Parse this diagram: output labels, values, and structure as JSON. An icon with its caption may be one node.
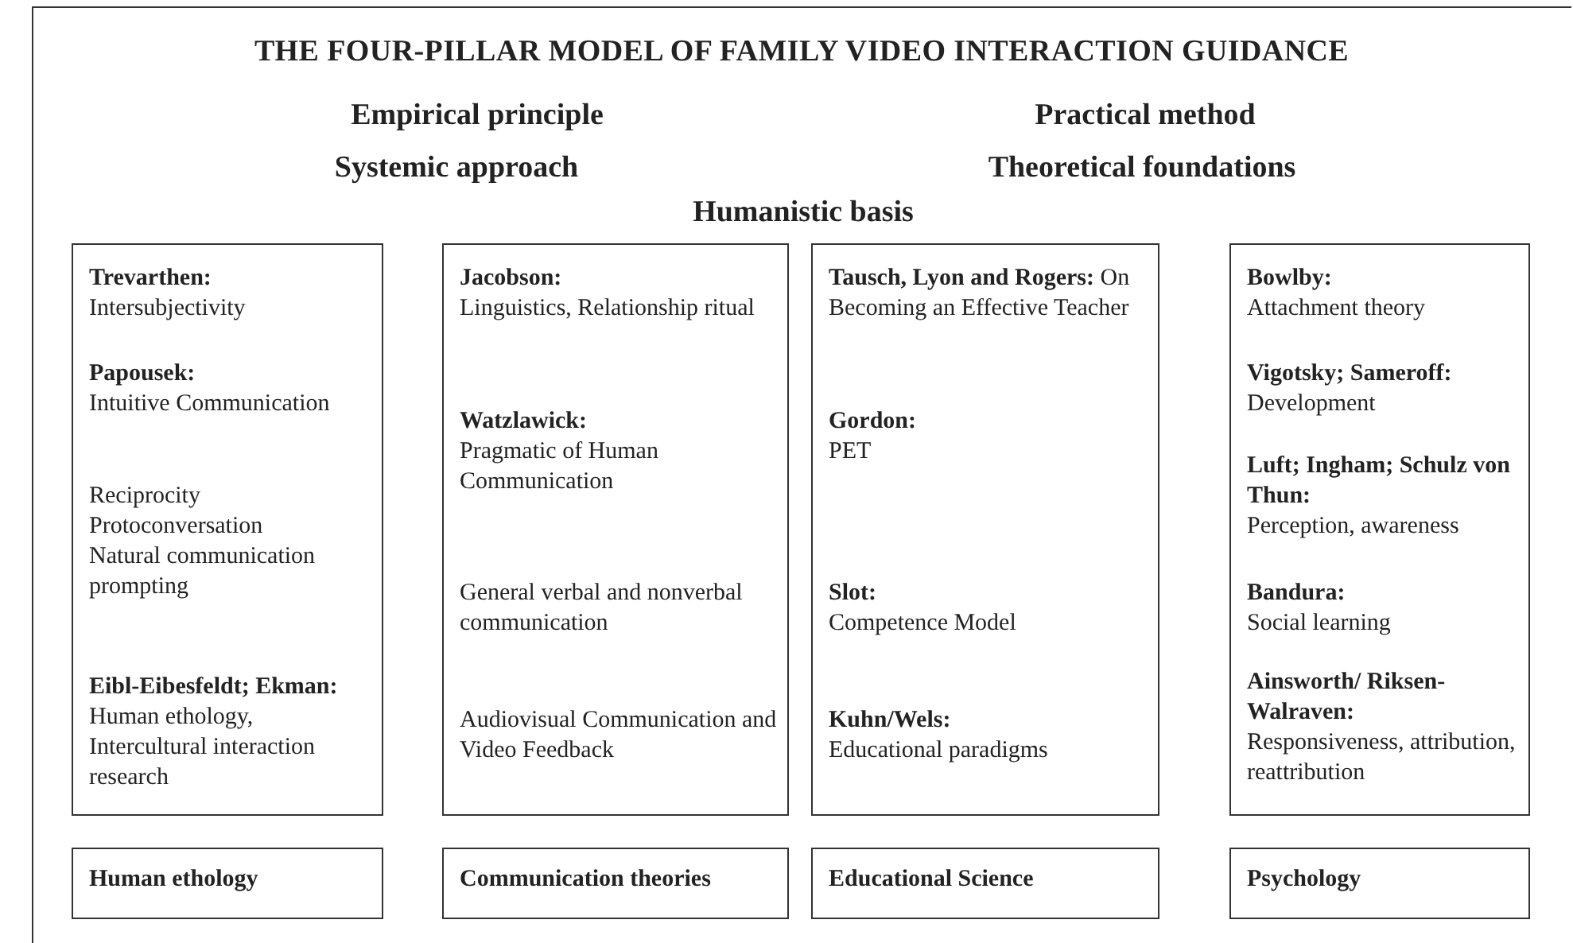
{
  "diagram": {
    "title": "THE FOUR-PILLAR MODEL OF FAMILY VIDEO INTERACTION GUIDANCE",
    "nodes": [
      {
        "text": [
          "**Trevarthen:** Intersubjectivity",
          "**Papousek:** Intuitive Communication",
          "Reciprocity",
          "Protoconversation",
          "Natural communication prompting",
          "**Eibl-Eibesfeldt; Ekman:** Human ethology, Intercultural interaction research"
        ]
      },
      {
        "text": [
          "**Jacobson:** Linguistics, Relationship ritual",
          "**Watzlawick:** Pragmatic of Human Communication",
          "General verbal and nonverbal communication",
          "Audiovisual Communication and Video Feedback"
        ]
      },
      {
        "text": [
          "**Tausch, Lyon and Rogers:** On Becoming an Effective Teacher",
          "**Gordon:** PET",
          "**Slot:** Competence Model",
          "**Kuhn/Wels:** Educational paradigms"
        ]
      },
      {
        "text": [
          "**Bowlby:** Attachment theory",
          "**Vigotsky; Sameroff:** Development",
          "**Luft; Ingham; Schulz von Thun:** Perception, awareness",
          "**Bandura:** Social learning",
          "**Ainsworth/ Riksen-Walraven:** Responsiveness, attribution, reattribution"
        ]
      },
      {
        "text": [
          "Human ethology"
        ]
      },
      {
        "text": [
          "Communication theories"
        ]
      },
      {
        "text": [
          "Educational Science"
        ]
      },
      {
        "text": [
          "Psychology"
        ]
      }
    ],
    "labels": [
      "Empirical principle",
      "Practical method",
      "Systemic approach",
      "Theoretical foundations",
      "Humanistic basis"
    ]
  }
}
